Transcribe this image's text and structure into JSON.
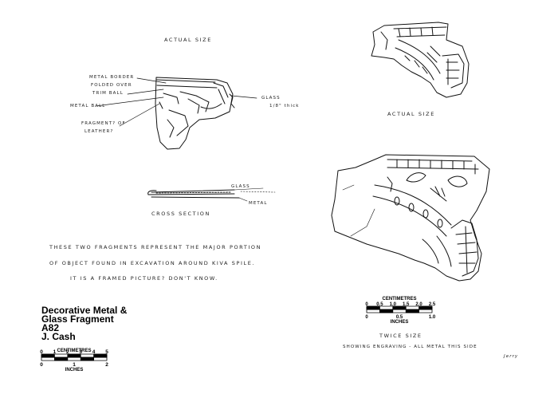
{
  "drawing_left": {
    "actual_size_label": "Actual size",
    "labels": {
      "metal_border": "Metal border",
      "folded_over": "folded over",
      "trim_ball": "trim ball",
      "metal_ball": "Metal ball",
      "fragment_of": "Fragment? of",
      "leather": "leather?",
      "glass": "Glass",
      "thickness": "1/8\" thick"
    }
  },
  "cross_section": {
    "label": "Cross section",
    "glass_label": "Glass",
    "metal_label": "Metal"
  },
  "drawing_right": {
    "actual_size_label": "Actual size",
    "twice_size_label": "Twice size",
    "engraving_note": "Showing engraving - all metal this side",
    "signature": "Jerry"
  },
  "note": {
    "line1": "These two fragments represent the major portion",
    "line2": "of object found in excavation around kiva spile.",
    "line3": "It is    a framed picture? Don't know."
  },
  "title_block": {
    "line1": "Decorative Metal &",
    "line2": "Glass Fragment",
    "line3": "A82",
    "line4": "J. Cash"
  },
  "scale_left": {
    "top_unit": "CENTIMETRES",
    "top_ticks": [
      "0",
      "1",
      "2",
      "3",
      "4",
      "5"
    ],
    "bottom_ticks": [
      "0",
      "1",
      "2"
    ],
    "bottom_unit": "INCHES"
  },
  "scale_right": {
    "top_unit": "CENTIMETRES",
    "top_ticks": [
      "0",
      "0.5",
      "1.0",
      "1.5",
      "2.0",
      "2.5"
    ],
    "bottom_ticks": [
      "0",
      "0.5",
      "1.0"
    ],
    "bottom_unit": "INCHES"
  }
}
